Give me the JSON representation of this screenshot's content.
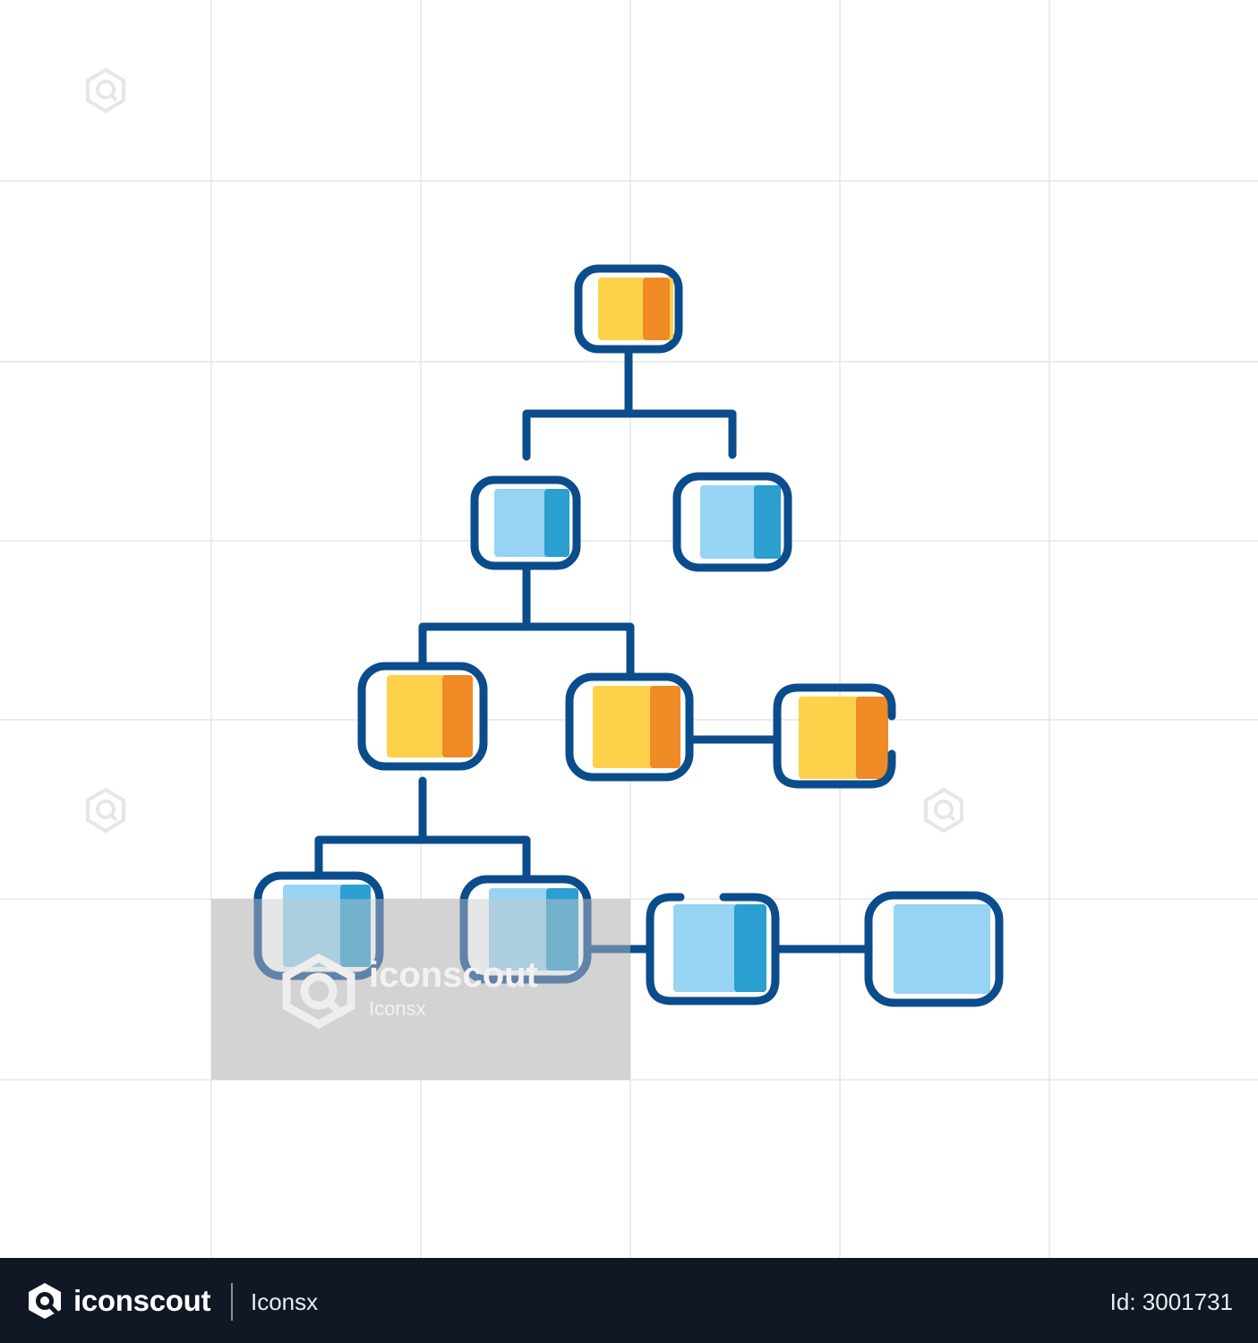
{
  "colors": {
    "stroke": "#0b4c8c",
    "yellow": "#fdd24a",
    "orange": "#f08a24",
    "light_blue": "#97d3f2",
    "mid_blue": "#2a9fd0",
    "grid": "#e3e6ea",
    "footer_bg": "#0f1824"
  },
  "watermark": {
    "brand": "iconscout",
    "author": "Iconsx"
  },
  "footer": {
    "brand": "iconscout",
    "author": "Iconsx",
    "id_text": "Id: 3001731"
  },
  "icons": {
    "node": "rounded-square-node",
    "logo": "iconscout-logo-icon",
    "watermark": "magnifier-hex-icon"
  }
}
